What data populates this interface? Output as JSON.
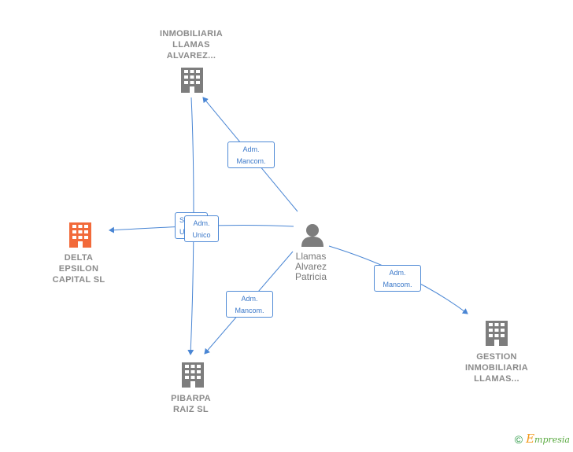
{
  "nodes": {
    "inmobiliaria": {
      "label_lines": [
        "INMOBILIARIA",
        "LLAMAS",
        "ALVAREZ..."
      ],
      "icon": "building-icon"
    },
    "delta": {
      "label_lines": [
        "DELTA",
        "EPSILON",
        "CAPITAL  SL"
      ],
      "icon": "building-icon"
    },
    "pibarpa": {
      "label_lines": [
        "PIBARPA",
        "RAIZ  SL"
      ],
      "icon": "building-icon"
    },
    "gestion": {
      "label_lines": [
        "GESTION",
        "INMOBILIARIA",
        "LLAMAS..."
      ],
      "icon": "building-icon"
    },
    "person": {
      "label_lines": [
        "Llamas",
        "Alvarez",
        "Patricia"
      ],
      "icon": "person-icon"
    }
  },
  "edges": {
    "to_inmobiliaria": {
      "lines": [
        "Adm.",
        "Mancom."
      ]
    },
    "to_delta_under": {
      "lines": [
        "S",
        "U"
      ]
    },
    "to_delta": {
      "lines": [
        "Adm.",
        "Unico"
      ]
    },
    "to_pibarpa": {
      "lines": [
        "Adm.",
        "Mancom."
      ]
    },
    "to_gestion": {
      "lines": [
        "Adm.",
        "Mancom."
      ]
    }
  },
  "colors": {
    "edge": "#4a86d4",
    "building": "#7d7d7d",
    "building_highlight": "#f26a3a",
    "person": "#7d7d7d"
  },
  "footer": {
    "copyright": "©",
    "brand_first": "E",
    "brand_rest": "mpresia"
  }
}
